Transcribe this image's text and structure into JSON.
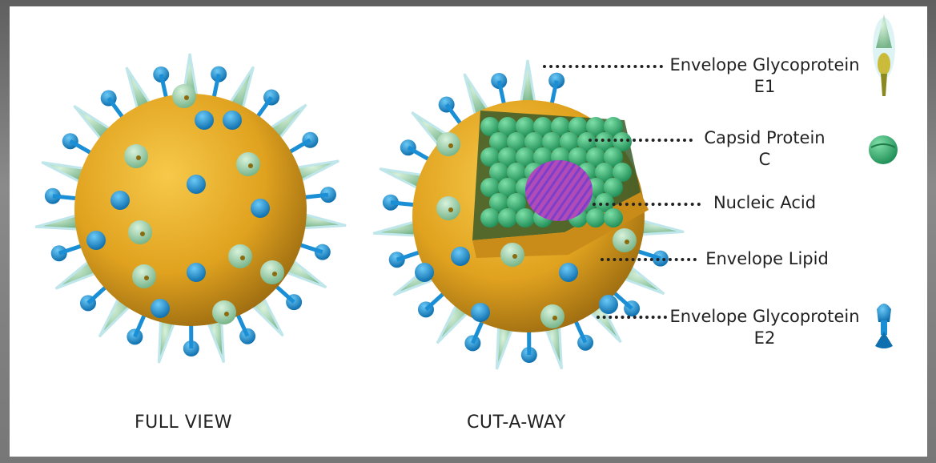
{
  "captions": {
    "full_view": "FULL VIEW",
    "cut_away": "CUT-A-WAY"
  },
  "labels": [
    {
      "line1": "Envelope Glycoprotein",
      "line2": "E1"
    },
    {
      "line1": "Capsid Protein",
      "line2": "C"
    },
    {
      "line1": "Nucleic Acid",
      "line2": ""
    },
    {
      "line1": "Envelope Lipid",
      "line2": ""
    },
    {
      "line1": "Envelope Glycoprotein",
      "line2": "E2"
    }
  ],
  "colors": {
    "envelope": "#e0a21f",
    "capsid": "#3fb877",
    "nucleic_acid": "#b04bb8",
    "glycoprotein_e1": "#a9d9b0",
    "glycoprotein_e2": "#1a8fd6"
  }
}
